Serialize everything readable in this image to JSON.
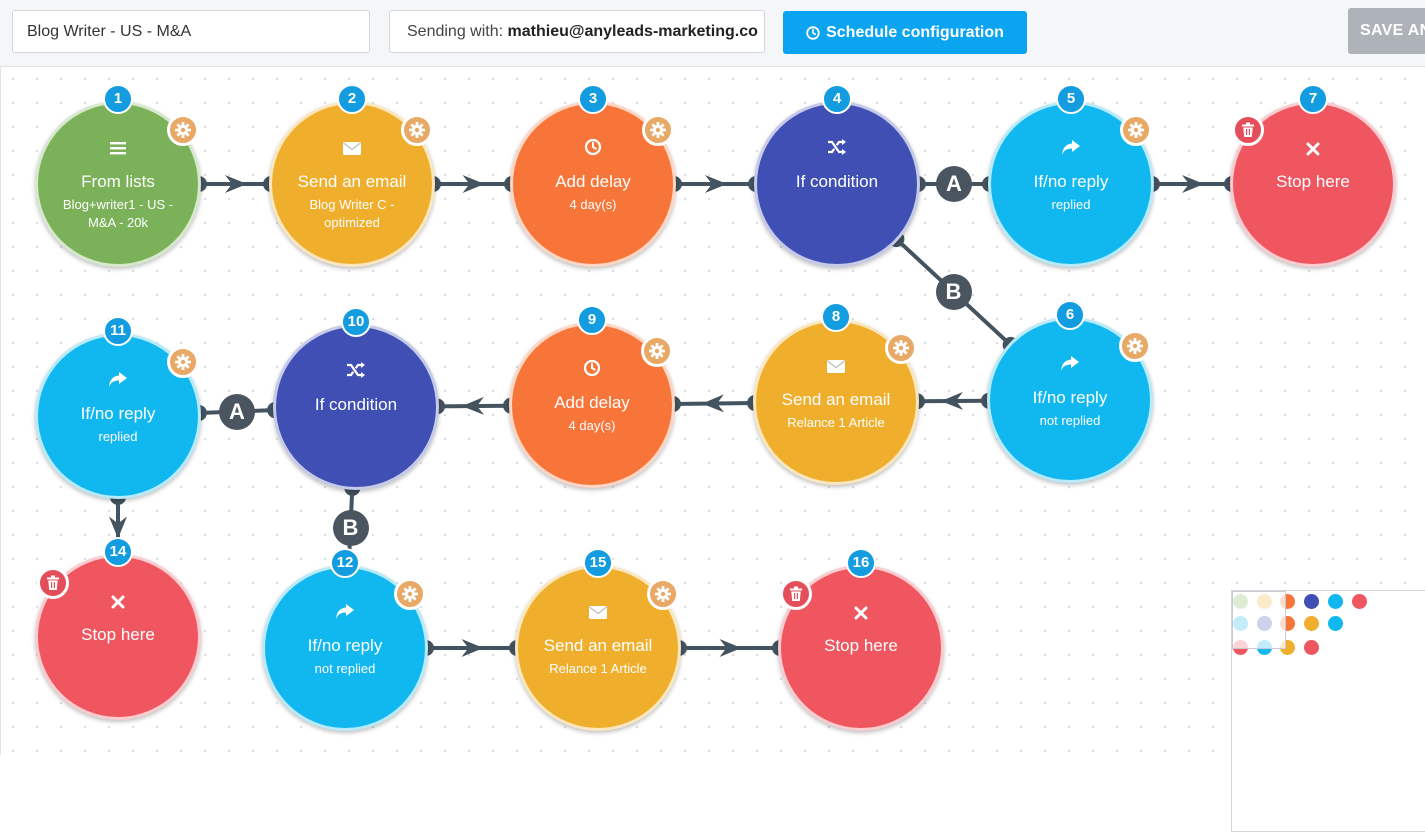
{
  "header": {
    "campaign_name": "Blog Writer - US - M&A",
    "sending_prefix": "Sending with: ",
    "sending_email": "mathieu@anyleads-marketing.co",
    "schedule_label": "Schedule configuration",
    "save_label": "SAVE AND"
  },
  "colors": {
    "green": "#7bb158",
    "yellow": "#efaf2c",
    "orange": "#f8753a",
    "indigo": "#3f4fb3",
    "cyan": "#11b8ef",
    "red": "#ef5660",
    "number_badge": "#149ce0",
    "gear": "#e8a966",
    "trash": "#e34e5a",
    "branch_badge": "#4a5560",
    "link": "#445360"
  },
  "nodes": [
    {
      "id": "1",
      "type": "list",
      "icon": "list-icon",
      "title": "From lists",
      "sub": "Blog+writer1 - US - M&A - 20k",
      "color": "green",
      "corner": "gear"
    },
    {
      "id": "2",
      "type": "email",
      "icon": "envelope-icon",
      "title": "Send an email",
      "sub": "Blog Writer C - optimized",
      "color": "yellow",
      "corner": "gear"
    },
    {
      "id": "3",
      "type": "delay",
      "icon": "clock-icon",
      "title": "Add delay",
      "sub": "4 day(s)",
      "color": "orange",
      "corner": "gear"
    },
    {
      "id": "4",
      "type": "condition",
      "icon": "shuffle-icon",
      "title": "If condition",
      "sub": "",
      "color": "indigo",
      "corner": ""
    },
    {
      "id": "5",
      "type": "reply",
      "icon": "reply-arrow-icon",
      "title": "If/no reply",
      "sub": "replied",
      "color": "cyan",
      "corner": "gear"
    },
    {
      "id": "7",
      "type": "stop",
      "icon": "close-icon",
      "title": "Stop here",
      "sub": "",
      "color": "red",
      "corner": "trash"
    },
    {
      "id": "6",
      "type": "reply",
      "icon": "reply-arrow-icon",
      "title": "If/no reply",
      "sub": "not replied",
      "color": "cyan",
      "corner": "gear"
    },
    {
      "id": "8",
      "type": "email",
      "icon": "envelope-icon",
      "title": "Send an email",
      "sub": "Relance 1 Article",
      "color": "yellow",
      "corner": "gear"
    },
    {
      "id": "9",
      "type": "delay",
      "icon": "clock-icon",
      "title": "Add delay",
      "sub": "4 day(s)",
      "color": "orange",
      "corner": "gear"
    },
    {
      "id": "10",
      "type": "condition",
      "icon": "shuffle-icon",
      "title": "If condition",
      "sub": "",
      "color": "indigo",
      "corner": ""
    },
    {
      "id": "11",
      "type": "reply",
      "icon": "reply-arrow-icon",
      "title": "If/no reply",
      "sub": "replied",
      "color": "cyan",
      "corner": "gear"
    },
    {
      "id": "14",
      "type": "stop",
      "icon": "close-icon",
      "title": "Stop here",
      "sub": "",
      "color": "red",
      "corner": "trash"
    },
    {
      "id": "12",
      "type": "reply",
      "icon": "reply-arrow-icon",
      "title": "If/no reply",
      "sub": "not replied",
      "color": "cyan",
      "corner": "gear"
    },
    {
      "id": "15",
      "type": "email",
      "icon": "envelope-icon",
      "title": "Send an email",
      "sub": "Relance 1 Article",
      "color": "yellow",
      "corner": "gear"
    },
    {
      "id": "16",
      "type": "stop",
      "icon": "close-icon",
      "title": "Stop here",
      "sub": "",
      "color": "red",
      "corner": "trash"
    }
  ],
  "links": [
    {
      "from": "1",
      "to": "2",
      "label": ""
    },
    {
      "from": "2",
      "to": "3",
      "label": ""
    },
    {
      "from": "3",
      "to": "4",
      "label": ""
    },
    {
      "from": "4",
      "to": "5",
      "label": "A"
    },
    {
      "from": "5",
      "to": "7",
      "label": ""
    },
    {
      "from": "4",
      "to": "6",
      "label": "B"
    },
    {
      "from": "6",
      "to": "8",
      "label": ""
    },
    {
      "from": "8",
      "to": "9",
      "label": ""
    },
    {
      "from": "9",
      "to": "10",
      "label": ""
    },
    {
      "from": "10",
      "to": "11",
      "label": "A"
    },
    {
      "from": "11",
      "to": "14",
      "label": ""
    },
    {
      "from": "10",
      "to": "12",
      "label": "B"
    },
    {
      "from": "12",
      "to": "15",
      "label": ""
    },
    {
      "from": "15",
      "to": "16",
      "label": ""
    }
  ],
  "minimap": {
    "dots": [
      "green",
      "yellow",
      "orange",
      "indigo",
      "cyan",
      "red",
      "cyan",
      "indigo",
      "orange",
      "yellow",
      "cyan",
      "red",
      "cyan",
      "yellow",
      "red"
    ]
  }
}
